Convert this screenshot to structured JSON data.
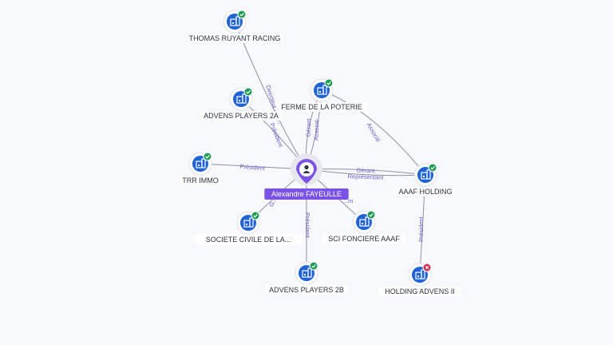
{
  "center": {
    "label": "Alexandre FAYEULLE",
    "icon": "person-icon",
    "color": "#7a52e6"
  },
  "nodes": [
    {
      "id": "thomas",
      "label": "THOMAS RUYANT RACING",
      "status": "active"
    },
    {
      "id": "advens2a",
      "label": "ADVENS PLAYERS 2A",
      "status": "active"
    },
    {
      "id": "ferme",
      "label": "FERME DE LA POTERIE",
      "status": "active"
    },
    {
      "id": "trr",
      "label": "TRR IMMO",
      "status": "active"
    },
    {
      "id": "aaaf",
      "label": "AAAF HOLDING",
      "status": "active"
    },
    {
      "id": "sc",
      "label": "SOCIETE CIVILE DE LA...",
      "status": "active"
    },
    {
      "id": "sci",
      "label": "SCI FONCIERE AAAF",
      "status": "active"
    },
    {
      "id": "advens2b",
      "label": "ADVENS PLAYERS 2B",
      "status": "active"
    },
    {
      "id": "holding2",
      "label": "HOLDING ADVENS II",
      "status": "closed"
    }
  ],
  "edges": [
    {
      "from": "center",
      "to": "thomas",
      "label": "Directeur gén..."
    },
    {
      "from": "center",
      "to": "advens2a",
      "label": "Président"
    },
    {
      "from": "center",
      "to": "ferme",
      "label": "Gérant"
    },
    {
      "from": "center",
      "to": "ferme",
      "label": "Associé"
    },
    {
      "from": "center",
      "to": "trr",
      "label": "Président"
    },
    {
      "from": "center",
      "to": "aaaf",
      "label": "Gérant"
    },
    {
      "from": "center",
      "to": "aaaf",
      "label": "Représentant"
    },
    {
      "from": "center",
      "to": "sc",
      "label": "G..."
    },
    {
      "from": "center",
      "to": "sci",
      "label": "...m"
    },
    {
      "from": "center",
      "to": "advens2b",
      "label": "Président"
    },
    {
      "from": "aaaf",
      "to": "ferme",
      "label": "Associé"
    },
    {
      "from": "aaaf",
      "to": "holding2",
      "label": "Président"
    }
  ],
  "colors": {
    "company_icon": "#1f63d6",
    "active_badge": "#1f9d55",
    "closed_badge": "#d6264a",
    "edge_label": "#6a62c8"
  },
  "icons": {
    "company": "building-icon",
    "active": "check-badge-icon",
    "closed": "cross-badge-icon"
  }
}
